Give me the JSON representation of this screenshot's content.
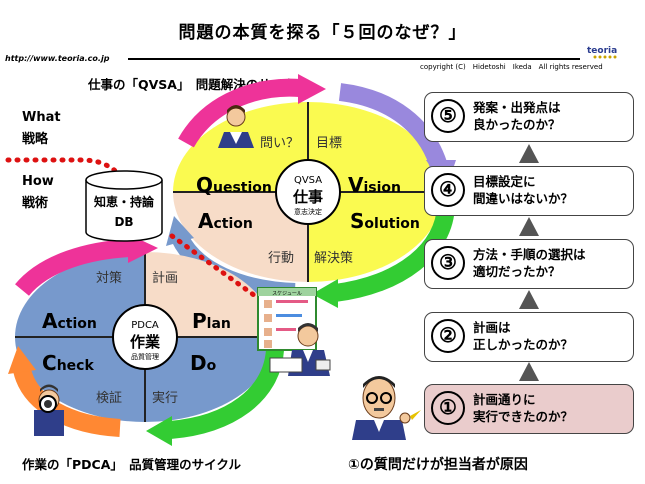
{
  "header": {
    "title": "問題の本質を探る「５回のなぜ？」",
    "url": "http://www.teoria.co.jp",
    "copyright": "copyright (C)　Hidetoshi　Ikeda　All rights reserved",
    "logo_text": "teoria"
  },
  "qvsa": {
    "heading": "仕事の「QVSA」　問題解決のサイクル",
    "center_top": "QVSA",
    "center_main": "仕事",
    "center_sub": "意志決定",
    "q_cap": "Q",
    "q_rest": "uestion",
    "v_cap": "V",
    "v_rest": "ision",
    "s_cap": "S",
    "s_rest": "olution",
    "a_cap": "A",
    "a_rest": "ction",
    "label_question": "問い？",
    "label_goal": "目標",
    "label_action": "行動",
    "label_solution": "解決策"
  },
  "pdca": {
    "heading": "作業の「PDCA」　品質管理のサイクル",
    "center_top": "PDCA",
    "center_main": "作業",
    "center_sub": "品質管理",
    "a_cap": "A",
    "a_rest": "ction",
    "p_cap": "P",
    "p_rest": "lan",
    "c_cap": "C",
    "c_rest": "heck",
    "d_cap": "D",
    "d_rest": "o",
    "label_measure": "対策",
    "label_plan": "計画",
    "label_verify": "検証",
    "label_execute": "実行"
  },
  "side": {
    "what": "What",
    "strategy": "戦略",
    "how": "How",
    "tactics": "戦術"
  },
  "db": {
    "line1": "知恵・持論",
    "line2": "DB"
  },
  "schedule_label": "スケジュール",
  "questions": [
    {
      "num": "⑤",
      "text": "発案・出発点は\n良かったのか？"
    },
    {
      "num": "④",
      "text": "目標設定に\n間違いはないか？"
    },
    {
      "num": "③",
      "text": "方法・手順の選択は\n適切だったか？"
    },
    {
      "num": "②",
      "text": "計画は\n正しかったのか？"
    },
    {
      "num": "①",
      "text": "計画通りに\n実行できたのか？"
    }
  ],
  "footer_right": "①の質問だけが担当者が原因",
  "colors": {
    "yellow": "#fafa50",
    "peach": "#f7dcc8",
    "blue": "#7799cc",
    "magenta": "#ee3399",
    "green": "#33cc33",
    "orange": "#ff8833",
    "purple": "#9988dd",
    "red_dots": "#dd1111",
    "highlight": "#eacccc"
  }
}
